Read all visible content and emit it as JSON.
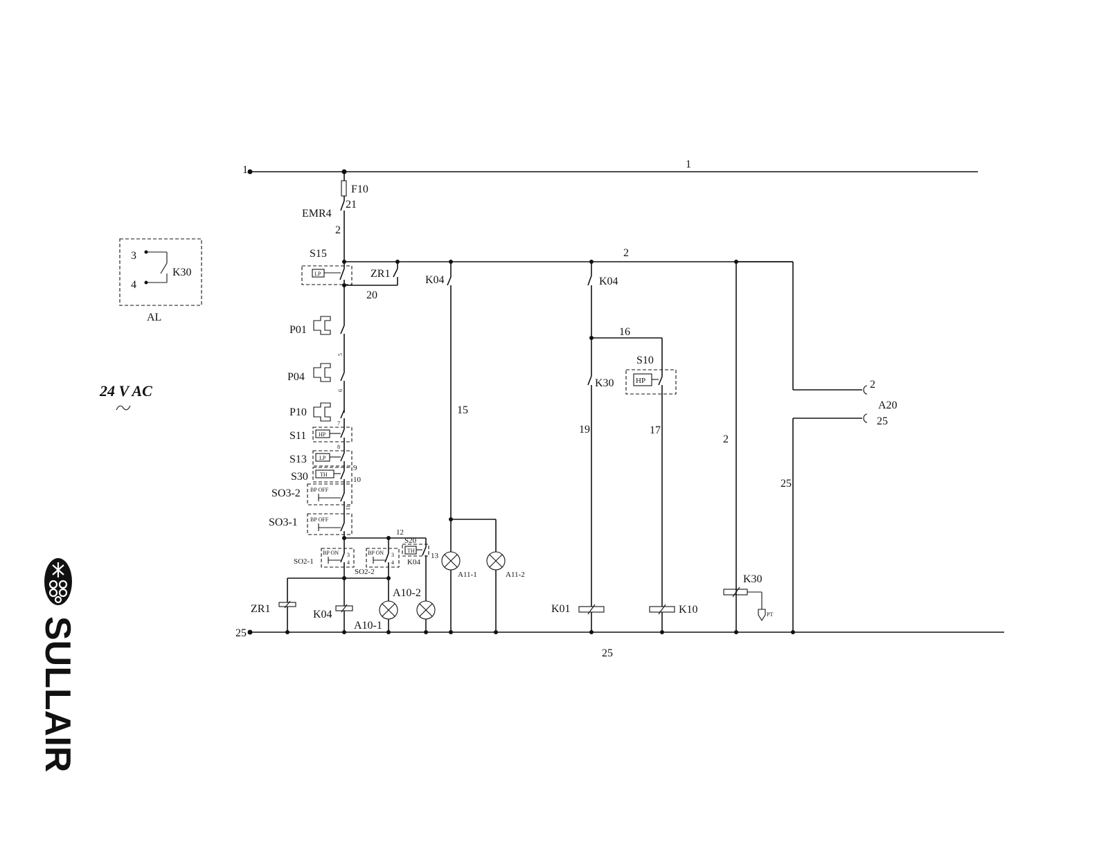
{
  "supply": {
    "voltage": "24 V AC",
    "line_label": "1",
    "line_label_mid": "1",
    "return_label": "25",
    "return_label_mid": "25"
  },
  "legend": {
    "terminal_a": "3",
    "terminal_b": "4",
    "relay": "K30",
    "caption": "AL"
  },
  "components": {
    "fuse": "F10",
    "wire_21": "21",
    "emr": "EMR4",
    "wire_2": "2",
    "s15": "S15",
    "s15_tag": "LP",
    "zr1_contact": "ZR1",
    "wire_20": "20",
    "p01": "P01",
    "wire_5": "5",
    "p04": "P04",
    "wire_6": "6",
    "p10": "P10",
    "wire_7": "7",
    "s11": "S11",
    "s11_tag": "HP",
    "wire_8": "8",
    "s13": "S13",
    "s13_tag": "LP",
    "wire_9": "9",
    "s30": "S30",
    "s30_tag": "TH",
    "wire_10": "10",
    "so3_2": "SO3-2",
    "so3_2_tag": "BP OFF",
    "wire_11": "11",
    "so3_1": "SO3-1",
    "so3_1_tag": "BP OFF",
    "wire_12": "12",
    "so2_1": "SO2-1",
    "so2_1_tag": "BP ON",
    "so2_2": "SO2-2",
    "so2_2_tag": "BP ON",
    "s20": "S20",
    "s20_tag": "TH",
    "k04_small": "K04",
    "wire_13": "13",
    "term_3a": "3",
    "term_4a": "4",
    "term_3b": "3",
    "term_4b": "4",
    "zr1_coil": "ZR1",
    "k04_coil": "K04",
    "a10_1": "A10-1",
    "a10_2": "A10-2",
    "a11_1": "A11-1",
    "a11_2": "A11-2",
    "k04_contact_a": "K04",
    "wire_15": "15",
    "k04_contact_b": "K04",
    "wire_16": "16",
    "k30_contact": "K30",
    "s10": "S10",
    "s10_tag": "HP",
    "wire_19": "19",
    "wire_17": "17",
    "k01_coil": "K01",
    "k10_coil": "K10",
    "wire_2_col": "2",
    "k30_coil": "K30",
    "pt": "PT",
    "a20": "A20",
    "a20_term_2": "2",
    "a20_term_25": "25",
    "wire_25_col": "25",
    "wire_2_top": "2"
  },
  "logo": {
    "brand": "SULLAIR",
    "mark": "®"
  }
}
